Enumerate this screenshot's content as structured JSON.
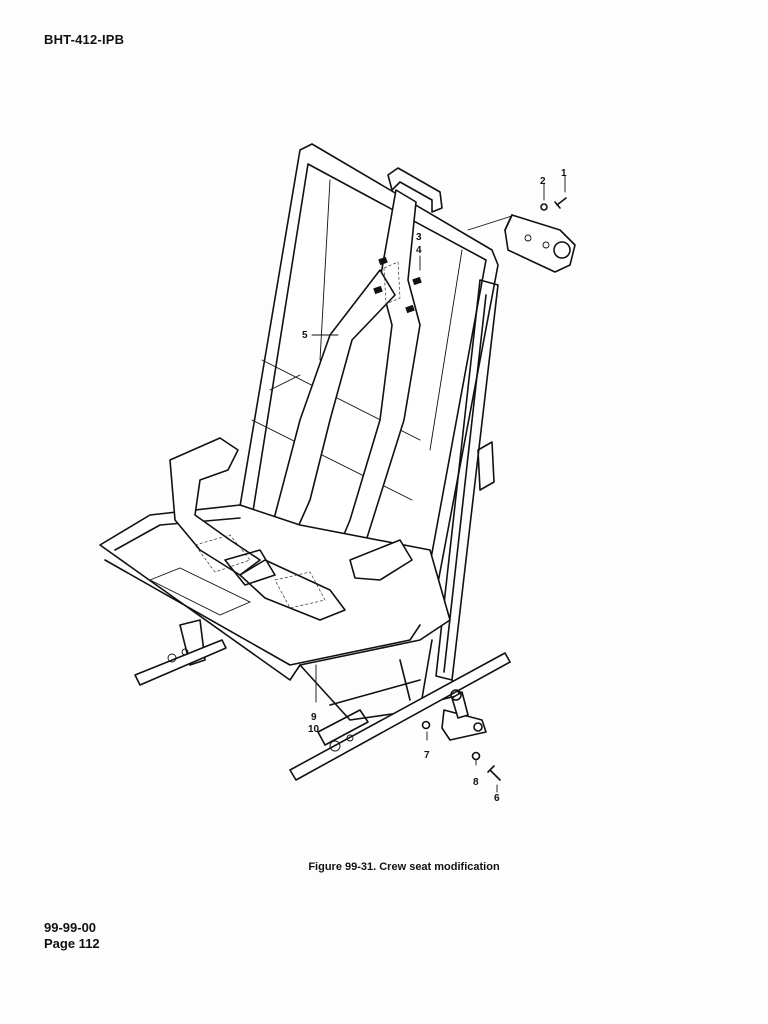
{
  "header": {
    "doc_id": "BHT-412-IPB"
  },
  "figure": {
    "caption": "Figure 99-31.  Crew seat modification",
    "callouts": [
      "1",
      "2",
      "3",
      "4",
      "5",
      "6",
      "7",
      "8",
      "9",
      "10"
    ]
  },
  "footer": {
    "section": "99-99-00",
    "page": "Page 112"
  }
}
